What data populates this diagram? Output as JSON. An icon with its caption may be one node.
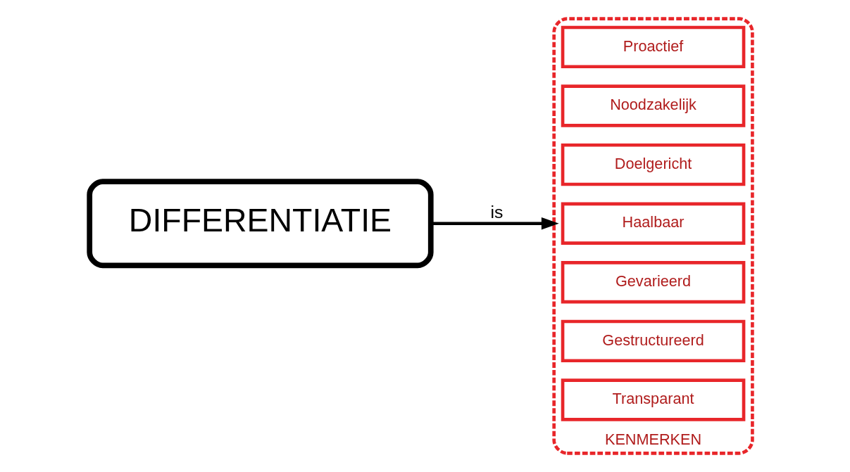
{
  "diagram": {
    "nodes": [
      {
        "text": [
          "DIFFERENTIATIE"
        ]
      },
      {
        "text": [
          "KENMERKEN"
        ]
      },
      {
        "text": [
          "Proactief"
        ],
        "in": 1
      },
      {
        "text": [
          "Noodzakelijk"
        ],
        "in": 1
      },
      {
        "text": [
          "Doelgericht"
        ],
        "in": 1
      },
      {
        "text": [
          "Haalbaar"
        ],
        "in": 1
      },
      {
        "text": [
          "Gevarieerd"
        ],
        "in": 1
      },
      {
        "text": [
          "Gestructureerd"
        ],
        "in": 1
      },
      {
        "text": [
          "Transparant"
        ],
        "in": 1
      }
    ],
    "edges": [
      {
        "from": 0,
        "to": 1,
        "label": "is",
        "arrow": "to"
      }
    ]
  }
}
